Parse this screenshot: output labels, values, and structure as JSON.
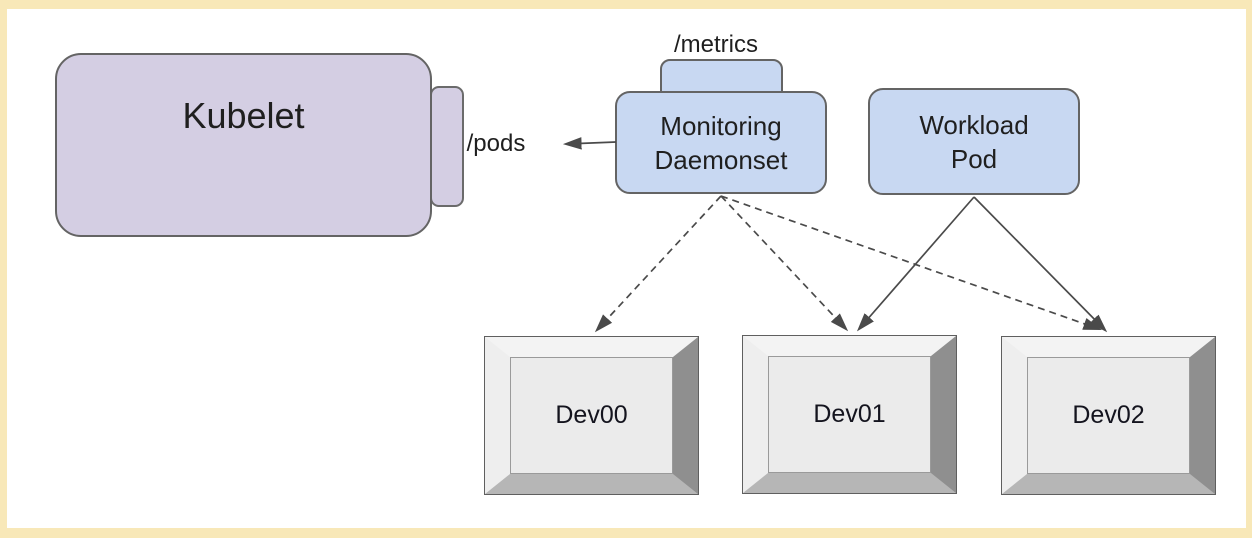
{
  "frame": {
    "border_color": "#f8e8b8",
    "canvas_color": "#ffffff"
  },
  "nodes": {
    "kubelet": {
      "label": "Kubelet",
      "fill": "#d4cee3",
      "endpoint_label": "/pods"
    },
    "monitoring_daemonset": {
      "lines": [
        "Monitoring",
        "Daemonset"
      ],
      "fill": "#c8d8f2",
      "endpoint_label": "/metrics"
    },
    "workload_pod": {
      "lines": [
        "Workload",
        "Pod"
      ],
      "fill": "#c8d8f2"
    },
    "devices": [
      {
        "label": "Dev00"
      },
      {
        "label": "Dev01"
      },
      {
        "label": "Dev02"
      }
    ]
  },
  "edges": [
    {
      "from": "monitoring-daemonset",
      "to": "kubelet-pods-endpoint",
      "style": "solid"
    },
    {
      "from": "monitoring-daemonset",
      "to": "dev00",
      "style": "dashed"
    },
    {
      "from": "monitoring-daemonset",
      "to": "dev01",
      "style": "dashed"
    },
    {
      "from": "monitoring-daemonset",
      "to": "dev02",
      "style": "dashed"
    },
    {
      "from": "workload-pod",
      "to": "dev01",
      "style": "solid"
    },
    {
      "from": "workload-pod",
      "to": "dev02",
      "style": "solid"
    }
  ]
}
